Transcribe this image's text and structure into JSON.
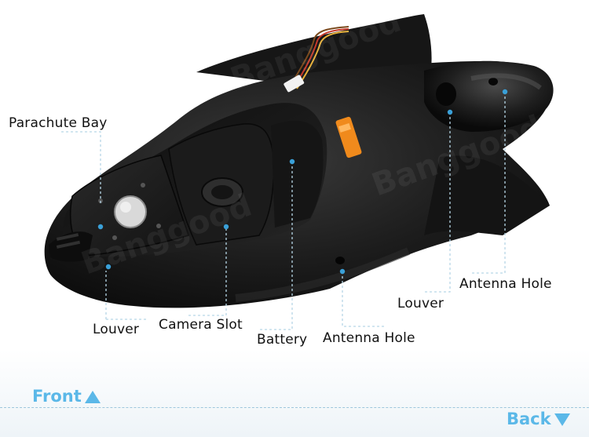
{
  "callouts": {
    "parachute_bay": "Parachute Bay",
    "louver_left": "Louver",
    "camera_slot": "Camera Slot",
    "battery": "Battery",
    "antenna_hole_center": "Antenna Hole",
    "louver_right": "Louver",
    "antenna_hole_right": "Antenna Hole"
  },
  "nav": {
    "front_label": "Front",
    "back_label": "Back"
  },
  "watermark": "Banggood",
  "colors": {
    "accent": "#5bb8e8",
    "leader_line": "#b6d6e6",
    "dot": "#3aa0d8",
    "body": "#1b1b1b"
  },
  "icons": {
    "front": "triangle-up-icon",
    "back": "triangle-down-icon"
  }
}
